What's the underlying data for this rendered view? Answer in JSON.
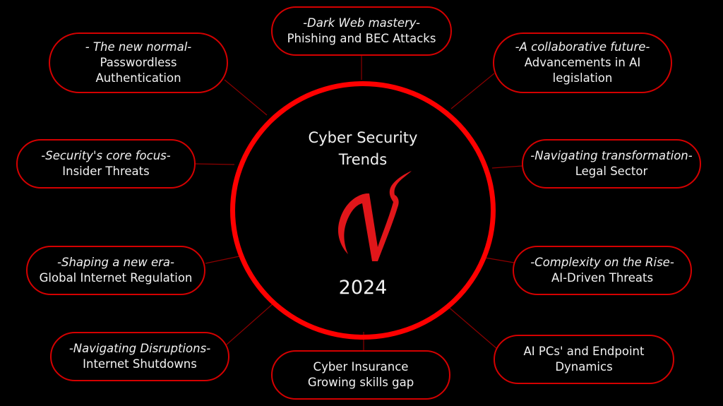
{
  "hub": {
    "title_line1": "Cyber Security",
    "title_line2": "Trends",
    "year": "2024",
    "logo": "v-logo-icon",
    "ring_color": "#ff0000",
    "logo_color": "#e0161a"
  },
  "colors": {
    "background": "#000000",
    "node_border": "#d40000",
    "connector": "#8b0000",
    "text": "#f2f2f2"
  },
  "nodes": [
    {
      "id": "phishing",
      "subtitle": "-Dark Web mastery-",
      "title": [
        "Phishing and BEC Attacks"
      ]
    },
    {
      "id": "passwordless",
      "subtitle": "- The new normal-",
      "title": [
        "Passwordless",
        "Authentication"
      ]
    },
    {
      "id": "ai-legislation",
      "subtitle": "-A collaborative future-",
      "title": [
        "Advancements in AI",
        "legislation"
      ]
    },
    {
      "id": "insider-threats",
      "subtitle": "-Security's core focus-",
      "title": [
        "Insider Threats"
      ]
    },
    {
      "id": "legal-sector",
      "subtitle": "-Navigating transformation-",
      "title": [
        "Legal Sector"
      ]
    },
    {
      "id": "internet-regulation",
      "subtitle": "-Shaping a new era-",
      "title": [
        "Global Internet Regulation"
      ]
    },
    {
      "id": "ai-threats",
      "subtitle": "-Complexity on the Rise-",
      "title": [
        "AI-Driven Threats"
      ]
    },
    {
      "id": "internet-shutdowns",
      "subtitle": "-Navigating Disruptions-",
      "title": [
        "Internet Shutdowns"
      ]
    },
    {
      "id": "cyber-insurance",
      "subtitle": "",
      "title": [
        "Cyber Insurance",
        "Growing skills gap"
      ]
    },
    {
      "id": "ai-pcs",
      "subtitle": "",
      "title": [
        "AI PCs' and Endpoint",
        "Dynamics"
      ]
    }
  ]
}
